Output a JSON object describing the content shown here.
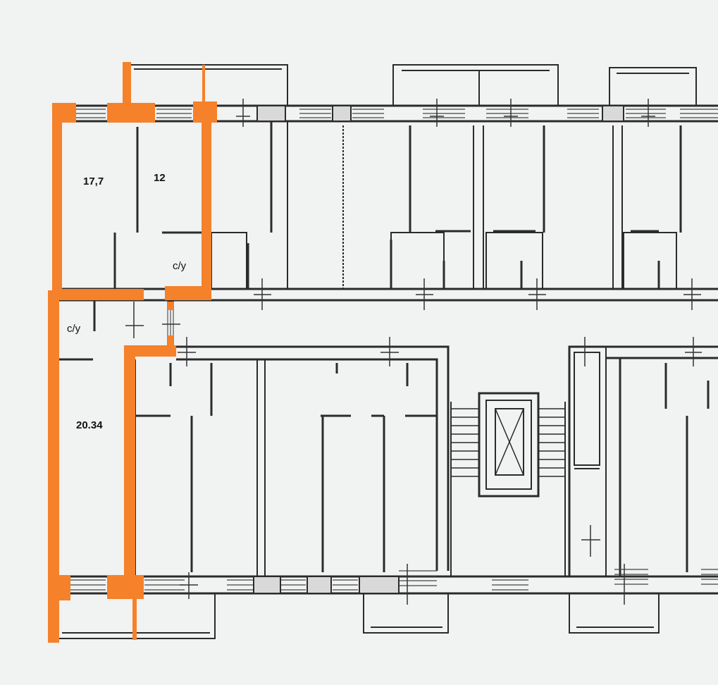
{
  "plan": {
    "rooms": [
      {
        "id": "room-upper-left",
        "area": "17,7"
      },
      {
        "id": "room-upper-right",
        "area": "12"
      },
      {
        "id": "room-lower",
        "area": "20.34"
      }
    ],
    "bathrooms": [
      {
        "id": "wc-upper",
        "label": "с/у"
      },
      {
        "id": "wc-lower",
        "label": "с/у"
      }
    ],
    "highlight_color": "#f5812a",
    "wall_color": "#2b2b2b",
    "paper_color": "#f1f2f2"
  }
}
